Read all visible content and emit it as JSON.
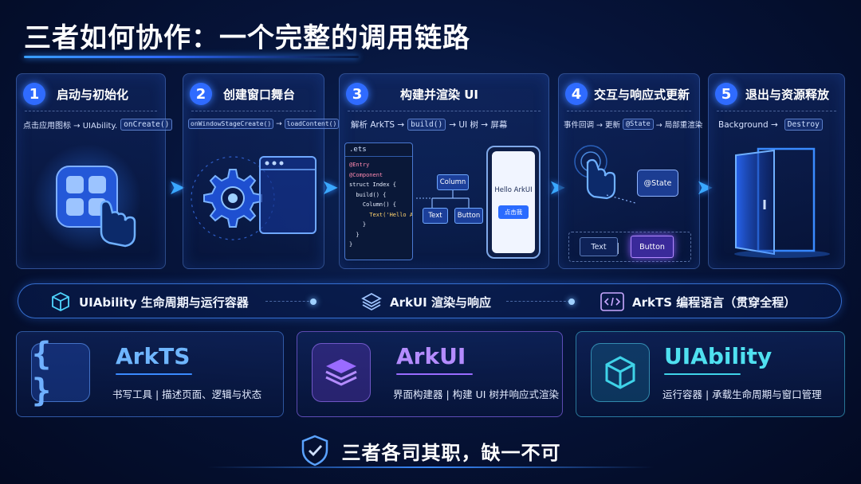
{
  "title": "三者如何协作：一个完整的调用链路",
  "steps": [
    {
      "num": "1",
      "title": "启动与初始化",
      "desc_text": "点击应用图标 → UIAbility.",
      "chip": "onCreate()"
    },
    {
      "num": "2",
      "title": "创建窗口舞台",
      "chip1": "onWindowStageCreate()",
      "arrow": "→",
      "chip2": "loadContent()"
    },
    {
      "num": "3",
      "title": "构建并渲染 UI",
      "desc_pre": "解析 ArkTS →",
      "chip": "build()",
      "desc_post": "→ UI 树 → 屏幕",
      "code_title": ".ets",
      "code_lines": [
        "@Entry",
        "@Component",
        "struct Index {",
        "  build() {",
        "    Column() {",
        "      Text('Hello ArkUI')",
        "    }",
        "  }",
        "}"
      ],
      "tree": {
        "root": "Column",
        "left": "Text",
        "right": "Button"
      },
      "phone": {
        "text": "Hello ArkUI",
        "button": "点击我"
      }
    },
    {
      "num": "4",
      "title": "交互与响应式更新",
      "desc_pre": "事件回调 → 更新",
      "chip": "@State",
      "desc_post": "→ 局部重渲染",
      "state_label": "@State",
      "text_box": "Text",
      "button_box": "Button"
    },
    {
      "num": "5",
      "title": "退出与资源释放",
      "desc_pre": "Background →",
      "chip": "Destroy"
    }
  ],
  "layers": [
    {
      "label": "UIAbility 生命周期与运行容器"
    },
    {
      "label": "ArkUI 渲染与响应"
    },
    {
      "label": "ArkTS 编程语言（贯穿全程）"
    }
  ],
  "cards": [
    {
      "name": "ArkTS",
      "desc": "书写工具 | 描述页面、逻辑与状态",
      "color": "#5aa8ff"
    },
    {
      "name": "ArkUI",
      "desc": "界面构建器 | 构建 UI 树并响应式渲染",
      "color": "#a97bff"
    },
    {
      "name": "UIAbility",
      "desc": "运行容器 | 承载生命周期与窗口管理",
      "color": "#3fd3e8"
    }
  ],
  "footer": "三者各司其职，缺一不可"
}
